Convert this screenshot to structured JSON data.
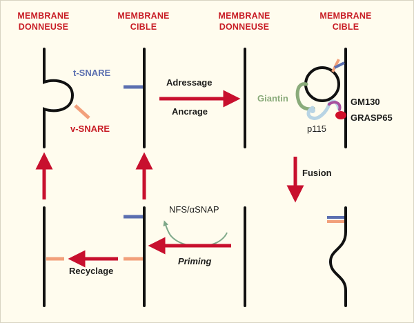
{
  "headers": [
    {
      "line1": "MEMBRANE",
      "line2": "DONNEUSE"
    },
    {
      "line1": "MEMBRANE",
      "line2": "CIBLE"
    },
    {
      "line1": "MEMBRANE",
      "line2": "DONNEUSE"
    },
    {
      "line1": "MEMBRANE",
      "line2": "CIBLE"
    }
  ],
  "labels": {
    "t_snare": "t-SNARE",
    "v_snare": "v-SNARE",
    "adressage": "Adressage",
    "ancrage": "Ancrage",
    "giantin": "Giantin",
    "gm130": "GM130",
    "grasp65": "GRASP65",
    "p115": "p115",
    "fusion": "Fusion",
    "nfs_asnap": "NFS/αSNAP",
    "priming": "Priming",
    "recyclage": "Recyclage"
  },
  "colors": {
    "header_red": "#c81d25",
    "arrow_red": "#c8102e",
    "t_snare_blue": "#5b6fb0",
    "v_snare_orange": "#f2a07b",
    "giantin_green": "#8aab7a",
    "p115_lightblue": "#b8d4e4",
    "gm130_purple": "#a84f9d",
    "grasp65_red": "#d0102a",
    "nsf_arrow_green": "#7ea889",
    "membrane_black": "#111111"
  }
}
